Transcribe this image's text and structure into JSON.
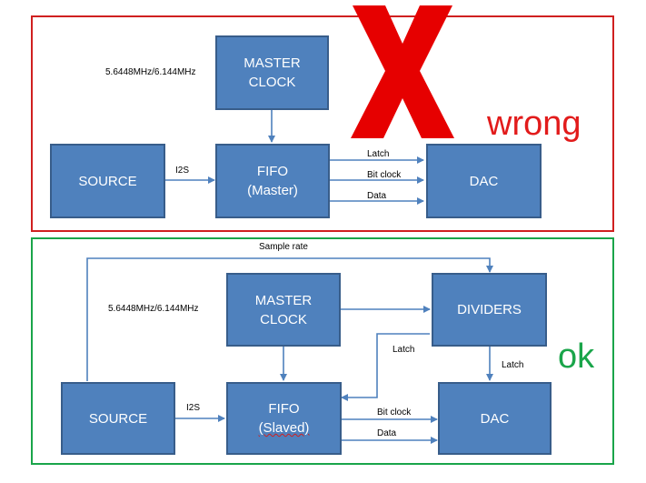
{
  "colors": {
    "box_fill": "#4f81bd",
    "box_border": "#385d8a",
    "wire": "#4f81bd",
    "wrong_color": "#e21b1b",
    "ok_color": "#1aa54a"
  },
  "wrong_panel": {
    "verdict": "wrong",
    "freq_note": "5.6448MHz/6.144MHz",
    "master_clock": [
      "MASTER",
      "CLOCK"
    ],
    "source": "SOURCE",
    "fifo": [
      "FIFO",
      "(Master)"
    ],
    "dac": "DAC",
    "i2s": "I2S",
    "latch": "Latch",
    "bit_clock": "Bit clock",
    "data": "Data"
  },
  "ok_panel": {
    "verdict": "ok",
    "sample_rate": "Sample rate",
    "freq_note": "5.6448MHz/6.144MHz",
    "master_clock": [
      "MASTER",
      "CLOCK"
    ],
    "dividers": "DIVIDERS",
    "source": "SOURCE",
    "fifo": [
      "FIFO",
      "(Slaved)"
    ],
    "dac": "DAC",
    "i2s": "I2S",
    "latch_fifo": "Latch",
    "latch_dac": "Latch",
    "bit_clock": "Bit clock",
    "data": "Data"
  }
}
